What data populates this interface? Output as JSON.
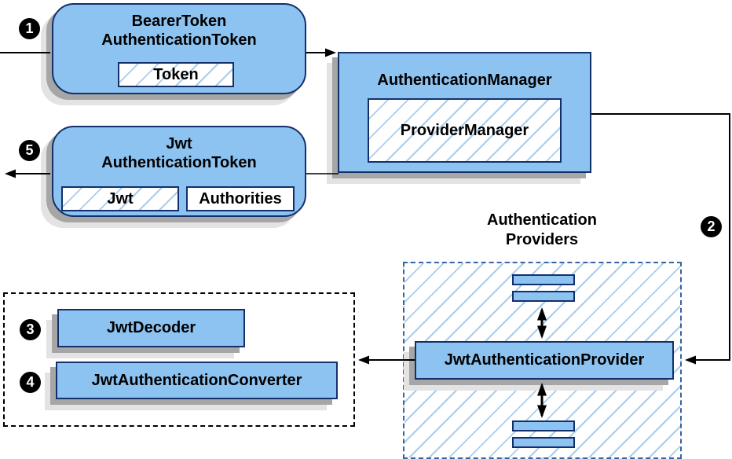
{
  "diagram": {
    "nodes": {
      "bearer": {
        "title_line1": "BearerToken",
        "title_line2": "AuthenticationToken",
        "inner_token": "Token"
      },
      "manager": {
        "title": "AuthenticationManager",
        "inner": "ProviderManager"
      },
      "jwt": {
        "title_line1": "Jwt",
        "title_line2": "AuthenticationToken",
        "inner_jwt": "Jwt",
        "inner_authorities": "Authorities"
      },
      "providers_group": {
        "title_line1": "Authentication",
        "title_line2": "Providers"
      },
      "decoder": {
        "label": "JwtDecoder"
      },
      "converter": {
        "label": "JwtAuthenticationConverter"
      },
      "provider": {
        "label": "JwtAuthenticationProvider"
      }
    },
    "steps": {
      "one": "1",
      "two": "2",
      "three": "3",
      "four": "4",
      "five": "5"
    },
    "colors": {
      "node_fill": "#8dc3f1",
      "node_border": "#14306b",
      "hatch_line": "#a9cdee",
      "dashed_blue_border": "#36649e",
      "dashed_black_border": "#000000",
      "shadow_dark": "#a6a6a6",
      "shadow_light": "#e3e3e3",
      "arrow": "#000000"
    }
  }
}
